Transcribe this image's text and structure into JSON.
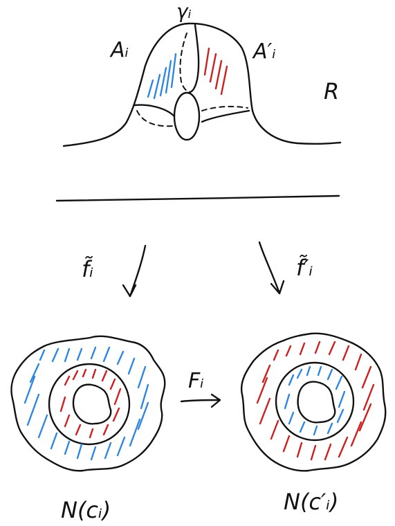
{
  "colors": {
    "blue": "#2f86e0",
    "red": "#cc1f1f",
    "ink": "#111111",
    "background": "#ffffff"
  },
  "labels": {
    "gamma": "γᵢ",
    "a": "Aᵢ",
    "a_prime": "A′ᵢ",
    "r": "R",
    "f_tilde": "f̃ᵢ",
    "f_tilde_prime": "f̃′ᵢ",
    "big_f": "Fᵢ",
    "n_left": "N(cᵢ)",
    "n_right": "N(c′ᵢ)"
  }
}
